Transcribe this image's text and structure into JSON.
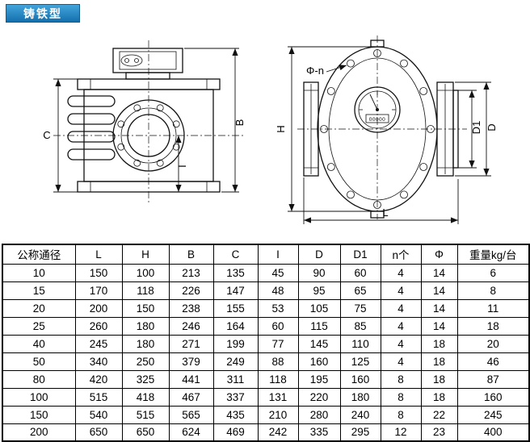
{
  "badge": {
    "label": "铸铁型"
  },
  "colors": {
    "badge_top": "#43a4db",
    "badge_bottom": "#1470ad",
    "line": "#111111",
    "text": "#000000"
  },
  "diagrams": {
    "side_view": {
      "dim_c": "C",
      "dim_b": "B",
      "dim_i": "I"
    },
    "front_view": {
      "bolt_callout": "Φ-n",
      "dim_h": "H",
      "dim_d1": "D1",
      "dim_d": "D",
      "dim_l": "L",
      "dial_counter": "00000"
    }
  },
  "table": {
    "headers": [
      "公称通径",
      "L",
      "H",
      "B",
      "C",
      "I",
      "D",
      "D1",
      "n个",
      "Φ",
      "重量kg/台"
    ],
    "rows": [
      [
        "10",
        "150",
        "100",
        "213",
        "135",
        "45",
        "90",
        "60",
        "4",
        "14",
        "6"
      ],
      [
        "15",
        "170",
        "118",
        "226",
        "147",
        "48",
        "95",
        "65",
        "4",
        "14",
        "8"
      ],
      [
        "20",
        "200",
        "150",
        "238",
        "155",
        "53",
        "105",
        "75",
        "4",
        "14",
        "11"
      ],
      [
        "25",
        "260",
        "180",
        "246",
        "164",
        "60",
        "115",
        "85",
        "4",
        "14",
        "18"
      ],
      [
        "40",
        "245",
        "180",
        "271",
        "199",
        "77",
        "145",
        "110",
        "4",
        "18",
        "20"
      ],
      [
        "50",
        "340",
        "250",
        "379",
        "249",
        "88",
        "160",
        "125",
        "4",
        "18",
        "46"
      ],
      [
        "80",
        "420",
        "325",
        "441",
        "311",
        "118",
        "195",
        "160",
        "8",
        "18",
        "87"
      ],
      [
        "100",
        "515",
        "418",
        "467",
        "337",
        "131",
        "220",
        "180",
        "8",
        "18",
        "160"
      ],
      [
        "150",
        "540",
        "515",
        "565",
        "435",
        "210",
        "280",
        "240",
        "8",
        "22",
        "245"
      ],
      [
        "200",
        "650",
        "650",
        "624",
        "469",
        "242",
        "335",
        "295",
        "12",
        "23",
        "400"
      ]
    ]
  }
}
